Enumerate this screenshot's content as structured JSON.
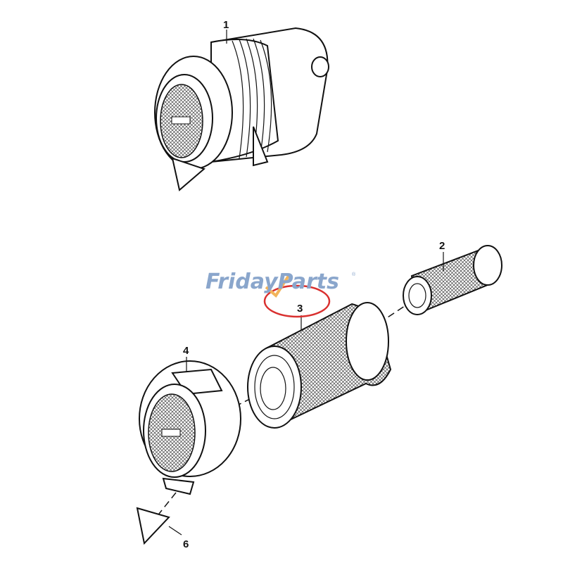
{
  "diagram": {
    "callouts": [
      {
        "number": "1",
        "part": "air-cleaner-assembly"
      },
      {
        "number": "2",
        "part": "safety-filter-element"
      },
      {
        "number": "3",
        "part": "primary-filter-element",
        "highlighted": true
      },
      {
        "number": "4",
        "part": "cover"
      },
      {
        "number": "6",
        "part": "vacuator-valve"
      }
    ],
    "highlight_color": "#d9302f",
    "line_color": "#111111"
  },
  "watermark": {
    "text": "FridayParts",
    "registered_mark": "®",
    "color": "#8aa6cc",
    "accent_color": "#f2b45a"
  }
}
